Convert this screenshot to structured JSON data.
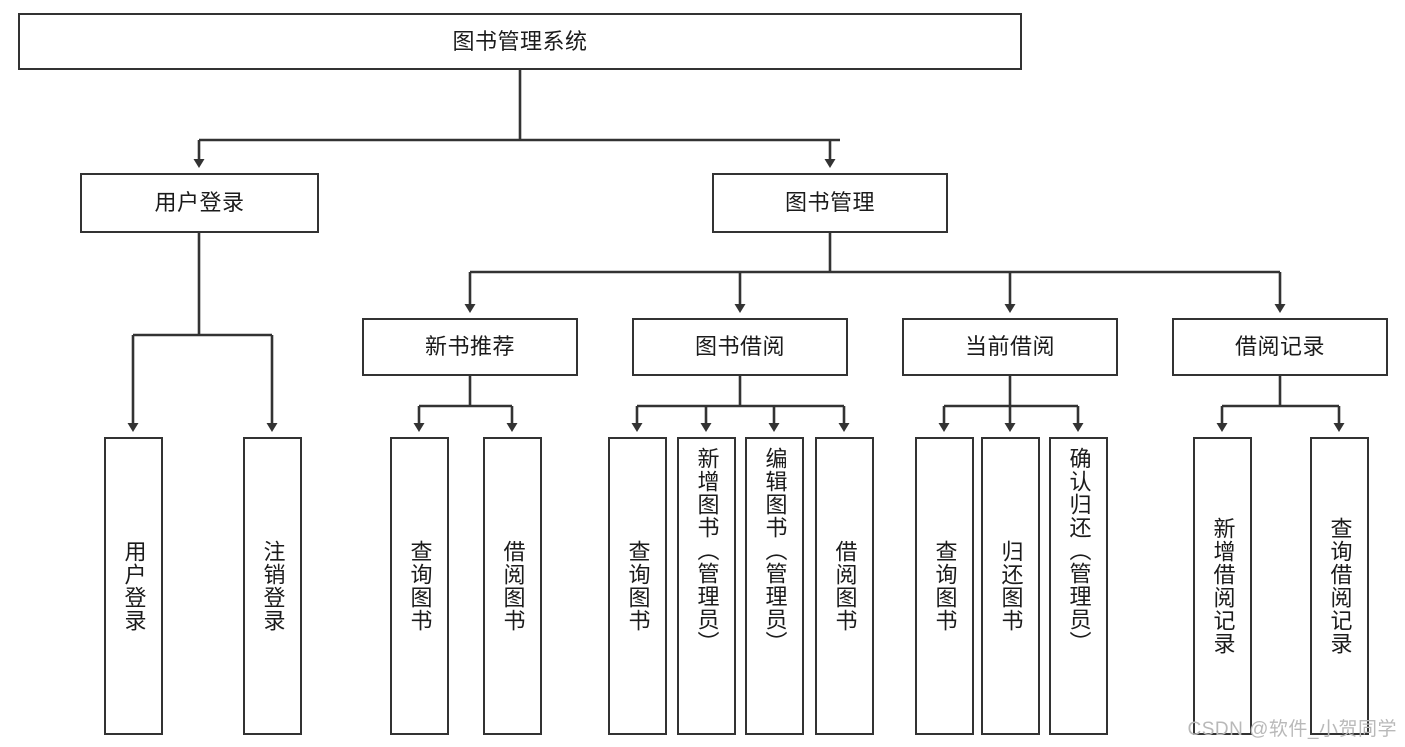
{
  "diagram": {
    "type": "tree-hierarchy",
    "title": "图书管理系统",
    "watermark": "CSDN @软件_小贺同学",
    "colors": {
      "stroke": "#333333",
      "background": "#ffffff",
      "text": "#1b1b1b",
      "watermark": "#b9b9b9"
    },
    "nodes": {
      "root": {
        "label": "图书管理系统",
        "level": 0
      },
      "level1": [
        {
          "id": "user-login",
          "label": "用户登录"
        },
        {
          "id": "book-manage",
          "label": "图书管理"
        }
      ],
      "level2": [
        {
          "id": "new-book-recommend",
          "label": "新书推荐",
          "parent": "book-manage"
        },
        {
          "id": "book-borrow",
          "label": "图书借阅",
          "parent": "book-manage"
        },
        {
          "id": "current-borrow",
          "label": "当前借阅",
          "parent": "book-manage"
        },
        {
          "id": "borrow-record",
          "label": "借阅记录",
          "parent": "book-manage"
        }
      ],
      "leaves": [
        {
          "id": "leaf-user-login",
          "label": "用户登录",
          "parent": "user-login"
        },
        {
          "id": "leaf-logout-login",
          "label": "注销登录",
          "parent": "user-login"
        },
        {
          "id": "leaf-query-book-1",
          "label": "查询图书",
          "parent": "new-book-recommend"
        },
        {
          "id": "leaf-borrow-book-1",
          "label": "借阅图书",
          "parent": "new-book-recommend"
        },
        {
          "id": "leaf-query-book-2",
          "label": "查询图书",
          "parent": "book-borrow"
        },
        {
          "id": "leaf-add-book",
          "label": "新增图书（管理员）",
          "parent": "book-borrow"
        },
        {
          "id": "leaf-edit-book",
          "label": "编辑图书（管理员）",
          "parent": "book-borrow"
        },
        {
          "id": "leaf-borrow-book-2",
          "label": "借阅图书",
          "parent": "book-borrow"
        },
        {
          "id": "leaf-query-book-3",
          "label": "查询图书",
          "parent": "current-borrow"
        },
        {
          "id": "leaf-return-book",
          "label": "归还图书",
          "parent": "current-borrow"
        },
        {
          "id": "leaf-confirm-return",
          "label": "确认归还（管理员）",
          "parent": "current-borrow"
        },
        {
          "id": "leaf-add-record",
          "label": "新增借阅记录",
          "parent": "borrow-record"
        },
        {
          "id": "leaf-query-record",
          "label": "查询借阅记录",
          "parent": "borrow-record"
        }
      ]
    }
  }
}
